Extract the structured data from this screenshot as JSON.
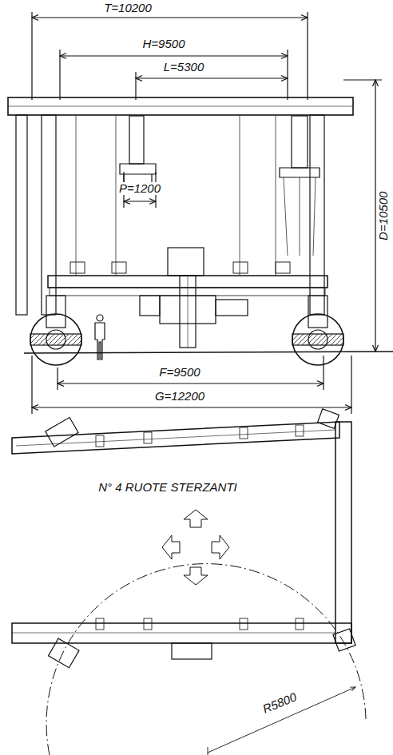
{
  "diagram": {
    "labels": [
      "T=10200",
      "H=9500",
      "L=5300",
      "P=1200",
      "D=10500",
      "F=9500",
      "G=12200",
      "N° 4 RUOTE STERZANTI",
      "R5800"
    ]
  }
}
